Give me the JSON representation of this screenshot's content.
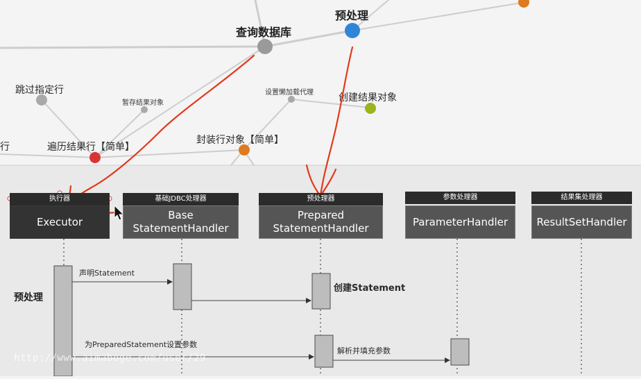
{
  "mindmap": {
    "nodes": {
      "query_db": "查询数据库",
      "preprocess": "预处理",
      "skip_rows": "跳过指定行",
      "temp_store": "暂存结果对象",
      "lazy_proxy": "设置懒加载代理",
      "create_result": "创建结果对象",
      "left_cut": "行",
      "iterate_rows": "遍历结果行【简单】",
      "wrap_row": "封装行对象【简单】"
    },
    "node_colors": {
      "query_db": "#9a9a9a",
      "preprocess": "#2f86d8",
      "skip_rows": "#a9a9a9",
      "temp_store": "#a9a9a9",
      "lazy_proxy": "#a9a9a9",
      "create_result": "#99b41c",
      "iterate_rows": "#d93434",
      "wrap_row": "#e07a1e",
      "top_right": "#e07a1e"
    }
  },
  "sequence": {
    "lanes": [
      {
        "caption": "执行器",
        "name": "Executor"
      },
      {
        "caption": "基础JDBC处理器",
        "name": "Base StatementHandler"
      },
      {
        "caption": "预处理器",
        "name": "Prepared StatementHandler"
      },
      {
        "caption": "参数处理器",
        "name": "ParameterHandler"
      },
      {
        "caption": "结果集处理器",
        "name": "ResultSetHandler"
      }
    ],
    "side_label": "预处理",
    "messages": {
      "declare_statement": "声明Statement",
      "create_statement": "创建Statement",
      "set_params": "为PreparedStatement设置参数",
      "parse_fill": "解析并填充参数"
    }
  },
  "watermark": "http://www.aimaboge.com/user/29",
  "annotation_color": "#e2391c"
}
